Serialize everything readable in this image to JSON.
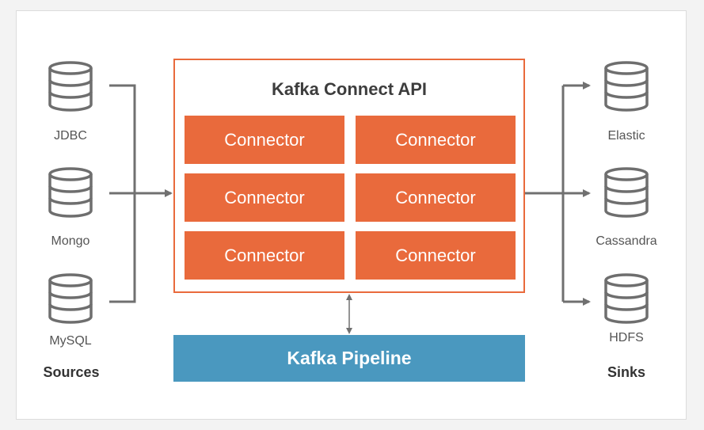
{
  "diagram": {
    "title": "Kafka Connect API",
    "connectors": [
      "Connector",
      "Connector",
      "Connector",
      "Connector",
      "Connector",
      "Connector"
    ],
    "pipeline": "Kafka Pipeline",
    "sources": {
      "label": "Sources",
      "items": [
        "JDBC",
        "Mongo",
        "MySQL"
      ]
    },
    "sinks": {
      "label": "Sinks",
      "items": [
        "Elastic",
        "Cassandra",
        "HDFS"
      ]
    },
    "colors": {
      "connector": "#e96a3c",
      "pipeline": "#4a98bf",
      "lines": "#707070"
    }
  }
}
